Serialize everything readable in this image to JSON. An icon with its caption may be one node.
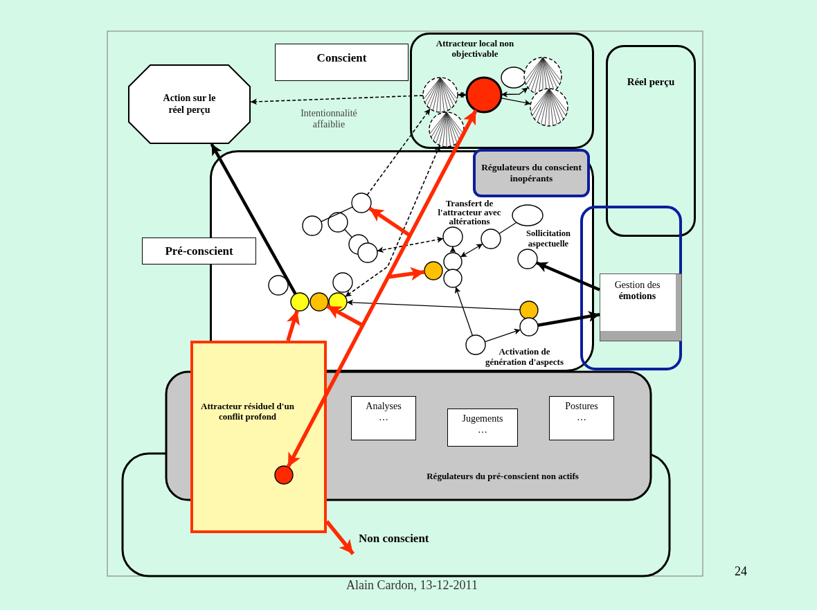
{
  "diagram": {
    "nodes": [
      {
        "text": [
          "Attracteur local non objectivable"
        ]
      },
      {
        "text": [
          "Conscient"
        ]
      },
      {
        "text": [],
        "shape": "circle",
        "in": 0
      },
      {
        "text": [],
        "shape": "circle",
        "in": 0
      },
      {
        "text": [],
        "shape": "ellipse",
        "in": 0
      },
      {
        "text": [],
        "shape": "circle",
        "in": 0
      },
      {
        "text": [],
        "shape": "circle",
        "in": 0
      },
      {
        "text": [],
        "shape": "circle",
        "in": 0
      },
      {
        "text": [
          "Réel perçu"
        ]
      },
      {
        "text": [
          "Action sur le réel perçu"
        ]
      },
      {
        "text": [
          "Pré-conscient"
        ]
      },
      {
        "text": [],
        "shape": "box"
      },
      {
        "text": [
          "Régulateurs du conscient inopérants"
        ],
        "in": 11
      },
      {
        "text": [],
        "shape": "circle",
        "in": 11
      },
      {
        "text": [],
        "shape": "ellipse",
        "in": 11
      },
      {
        "text": [],
        "shape": "circle",
        "in": 11
      },
      {
        "text": [],
        "shape": "circle",
        "in": 11
      },
      {
        "text": [],
        "shape": "circle",
        "in": 11
      },
      {
        "text": [],
        "shape": "circle",
        "in": 11
      },
      {
        "text": [],
        "shape": "circle",
        "in": 11
      },
      {
        "text": [],
        "shape": "circle",
        "in": 11
      },
      {
        "text": [],
        "shape": "circle",
        "in": 11
      },
      {
        "text": [],
        "shape": "circle",
        "in": 11
      },
      {
        "text": [],
        "shape": "circle",
        "in": 11
      },
      {
        "text": [],
        "shape": "circle",
        "in": 11
      },
      {
        "text": [],
        "shape": "circle",
        "in": 11
      },
      {
        "text": [],
        "shape": "circle",
        "in": 11
      },
      {
        "text": [],
        "shape": "circle",
        "in": 11
      },
      {
        "text": [],
        "shape": "circle",
        "in": 11
      },
      {
        "text": [],
        "shape": "circle",
        "in": 11
      },
      {
        "text": [],
        "shape": "circle",
        "in": 11
      },
      {
        "text": [],
        "shape": "circle",
        "in": 11
      },
      {
        "text": [],
        "shape": "circle",
        "in": 11
      },
      {
        "text": [],
        "shape": "box"
      },
      {
        "text": [
          "Gestion des **émotions**"
        ],
        "in": 33
      },
      {
        "text": [
          "Attracteur résiduel d'un conflit profond"
        ]
      },
      {
        "text": [],
        "shape": "circle",
        "in": 35
      },
      {
        "text": [
          "Régulateurs du pré-conscient non actifs"
        ]
      },
      {
        "text": [
          "Analyses",
          "…"
        ],
        "in": 37
      },
      {
        "text": [
          "Jugements",
          "…"
        ],
        "in": 37
      },
      {
        "text": [
          "Postures",
          "…"
        ],
        "in": 37
      },
      {
        "text": [
          "Non conscient"
        ]
      }
    ],
    "edges": [
      {
        "from": 2,
        "to": 9,
        "arrow": "to",
        "label": "Intentionnalité affaiblie",
        "style": "dashed"
      },
      {
        "from": 2,
        "to": 3,
        "arrow": "both"
      },
      {
        "from": 3,
        "to": 5,
        "arrow": "both"
      },
      {
        "from": 3,
        "to": 6,
        "arrow": "to"
      },
      {
        "from": 13,
        "to": 2,
        "arrow": "to",
        "style": "dashed"
      },
      {
        "from": 7,
        "to": 29,
        "arrow": "both",
        "style": "dashed"
      },
      {
        "from": 16,
        "to": 13,
        "arrow": "none"
      },
      {
        "from": 15,
        "to": 19,
        "arrow": "none"
      },
      {
        "from": 20,
        "to": 17,
        "arrow": "both",
        "style": "dashed"
      },
      {
        "from": 22,
        "to": 17,
        "arrow": "to"
      },
      {
        "from": 32,
        "to": 24,
        "arrow": "to"
      },
      {
        "from": 22,
        "to": 18,
        "arrow": "both"
      },
      {
        "from": 18,
        "to": 14,
        "arrow": "none"
      },
      {
        "from": 32,
        "to": 31,
        "arrow": "to"
      },
      {
        "from": 31,
        "to": 34,
        "arrow": "to",
        "style": "thick"
      },
      {
        "from": 34,
        "to": 21,
        "arrow": "to",
        "style": "thick"
      },
      {
        "from": 30,
        "to": 29,
        "arrow": "to"
      },
      {
        "from": 27,
        "to": 9,
        "arrow": "to",
        "style": "thick"
      },
      {
        "from": 36,
        "to": 3,
        "arrow": "both",
        "style": "thick",
        "color": "#ff2a00"
      },
      {
        "from": null,
        "to": 13,
        "arrow": "to",
        "style": "thick",
        "color": "#ff2a00"
      },
      {
        "from": null,
        "to": 23,
        "arrow": "to",
        "style": "thick",
        "color": "#ff2a00"
      },
      {
        "from": null,
        "to": 28,
        "arrow": "to",
        "style": "thick",
        "color": "#ff2a00"
      },
      {
        "from": 35,
        "to": 27,
        "arrow": "to",
        "style": "thick",
        "color": "#ff2a00"
      },
      {
        "from": 35,
        "to": 41,
        "arrow": "to",
        "style": "thick",
        "color": "#ff2a00"
      }
    ],
    "labels": [
      "Transfert de l'attracteur avec altérations",
      "Sollicitation aspectuelle",
      "Activation de génération d'aspects",
      "Alain Cardon, 13-12-2011",
      "24"
    ]
  }
}
